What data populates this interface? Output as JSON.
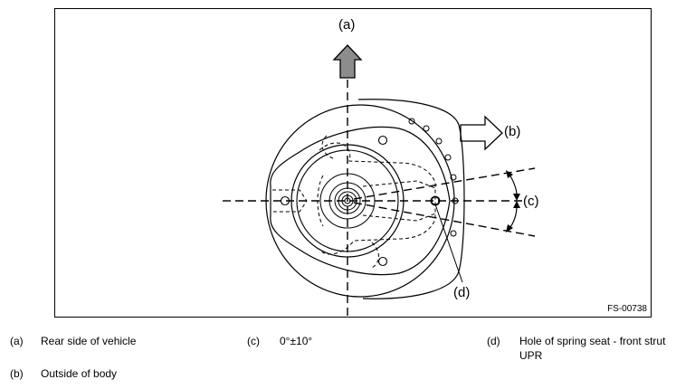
{
  "figure": {
    "id": "FS-00738",
    "callouts": {
      "a": "(a)",
      "b": "(b)",
      "c": "(c)",
      "d": "(d)"
    }
  },
  "legend": [
    {
      "key": "(a)",
      "text": "Rear side of vehicle"
    },
    {
      "key": "(b)",
      "text": "Outside of body"
    },
    {
      "key": "(c)",
      "text": "0°±10°"
    },
    {
      "key": "(d)",
      "text": "Hole of spring seat - front strut UPR"
    }
  ]
}
